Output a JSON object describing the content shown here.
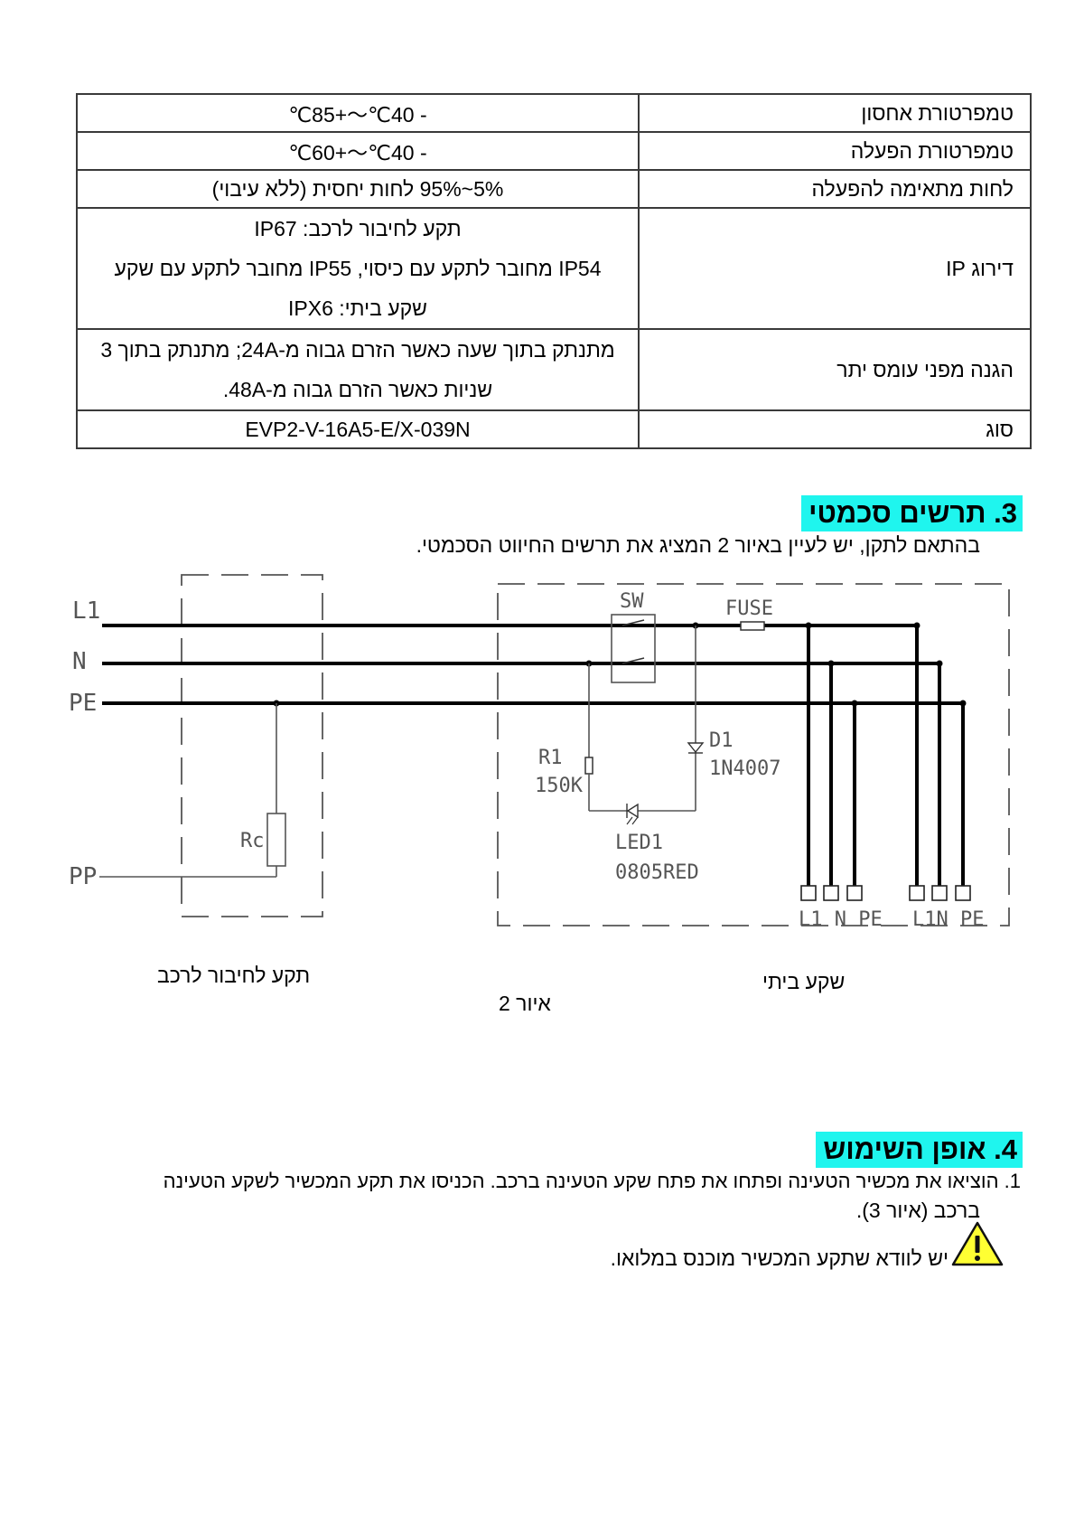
{
  "spec_table": {
    "rows": [
      {
        "label": "טמפרטורת אחסון",
        "value": "- 40℃～+85℃"
      },
      {
        "label": "טמפרטורת הפעלה",
        "value": "- 40℃～+60℃"
      },
      {
        "label": "לחות מתאימה להפעלה",
        "value": "5%~95% לחות יחסית (ללא עיבוי)"
      },
      {
        "label": "דירוג IP",
        "lines": [
          "תקע לחיבור לרכב: IP67",
          "IP54 מחובר לתקע עם כיסוי, IP55 מחובר לתקע עם שקע",
          "שקע ביתי: IPX6"
        ]
      },
      {
        "label": "הגנה מפני עומס יתר",
        "lines": [
          "מתנתק בתוך שעה כאשר הזרם גבוה מ-24A; מתנתק בתוך 3",
          "שניות כאשר הזרם גבוה מ-48A."
        ]
      },
      {
        "label": "סוג",
        "value": "EVP2-V-16A5-E/X-039N"
      }
    ]
  },
  "section3": {
    "title": "3. תרשים סכמטי",
    "intro": "בהתאם לתקן, יש לעיין באיור 2 המציג את תרשים החיווט הסכמטי."
  },
  "schematic": {
    "labels": {
      "l1": "L1",
      "n": "N",
      "pe": "PE",
      "pp": "PP",
      "rc": "Rc",
      "sw": "SW",
      "fuse": "FUSE",
      "r1": "R1",
      "r1_value": "150K",
      "d1": "D1",
      "d1_value": "1N4007",
      "led1": "LED1",
      "led1_value": "0805RED",
      "term1": "L1 N PE",
      "term2": "L1N PE"
    },
    "caption_vehicle": "תקע לחיבור לרכב",
    "caption_home": "שקע ביתי",
    "caption_figure": "איור 2"
  },
  "section4": {
    "title": "4. אופן השימוש",
    "step1_line1": "1. הוציאו את מכשיר הטעינה ופתחו את פתח שקע הטעינה ברכב. הכניסו את תקע המכשיר לשקע הטעינה",
    "step1_line2": "ברכב (איור 3).",
    "warning": "יש לוודא שתקע המכשיר מוכנס במלואו."
  },
  "colors": {
    "heading_highlight": "#1ff5ee",
    "warning_fill": "#ffff33"
  },
  "icons": {
    "warning": "warning-triangle-icon"
  }
}
